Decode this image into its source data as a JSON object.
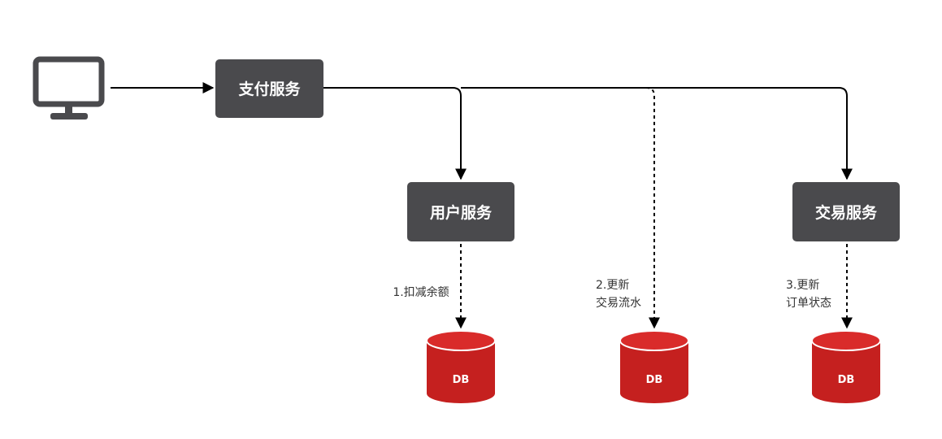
{
  "colors": {
    "service_box": "#4a4a4d",
    "database": "#c5201f",
    "database_top": "#d92b2a",
    "line": "#000000"
  },
  "client": {
    "icon": "monitor-icon"
  },
  "services": {
    "payment": {
      "label": "支付服务"
    },
    "user": {
      "label": "用户服务"
    },
    "trade": {
      "label": "交易服务"
    }
  },
  "steps": {
    "step1": {
      "line1": "1.扣减余额"
    },
    "step2": {
      "line1": "2.更新",
      "line2": "交易流水"
    },
    "step3": {
      "line1": "3.更新",
      "line2": "订单状态"
    }
  },
  "databases": {
    "db1": {
      "label": "DB",
      "icon": "database-icon"
    },
    "db2": {
      "label": "DB",
      "icon": "database-icon"
    },
    "db3": {
      "label": "DB",
      "icon": "database-icon"
    }
  }
}
